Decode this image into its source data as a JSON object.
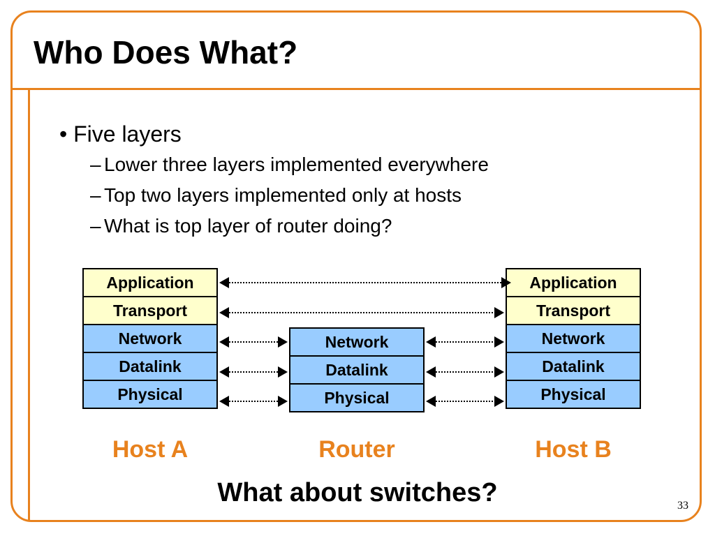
{
  "slide": {
    "title": "Who Does What?",
    "bullet": "Five layers",
    "sub_bullets": [
      "Lower three layers implemented everywhere",
      "Top two layers implemented only at hosts",
      "What is top layer of router doing?"
    ],
    "question": "What about switches?",
    "page_number": "33"
  },
  "diagram": {
    "host_a": {
      "label": "Host A",
      "layers": [
        "Application",
        "Transport",
        "Network",
        "Datalink",
        "Physical"
      ]
    },
    "router": {
      "label": "Router",
      "layers": [
        "Network",
        "Datalink",
        "Physical"
      ]
    },
    "host_b": {
      "label": "Host B",
      "layers": [
        "Application",
        "Transport",
        "Network",
        "Datalink",
        "Physical"
      ]
    }
  },
  "colors": {
    "accent": "#e8821e",
    "upper_layer_fill": "#ffffcc",
    "lower_layer_fill": "#99ccff"
  }
}
